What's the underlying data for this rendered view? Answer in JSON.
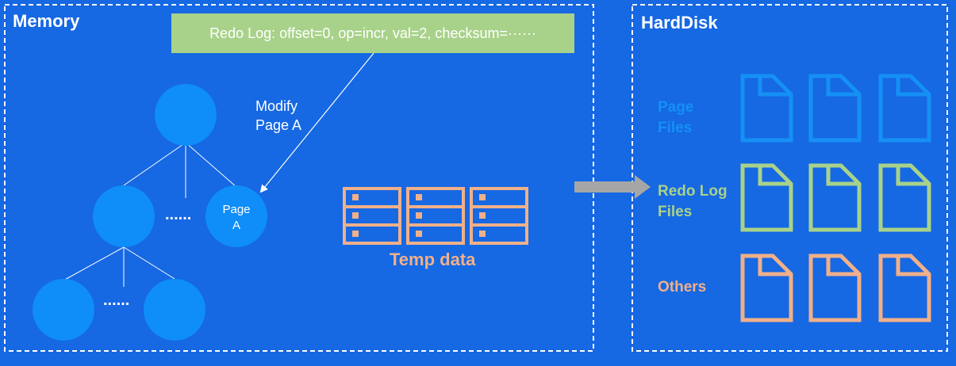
{
  "memory": {
    "title": "Memory",
    "redo_log": "Redo Log: offset=0, op=incr, val=2, checksum=······",
    "modify_line1": "Modify",
    "modify_line2": "Page A",
    "page_a_line1": "Page",
    "page_a_line2": "A",
    "ellipsis": "......",
    "temp_data": "Temp data"
  },
  "harddisk": {
    "title": "HardDisk",
    "groups": [
      {
        "line1": "Page",
        "line2": "Files",
        "color": "#1590f5"
      },
      {
        "line1": "Redo Log",
        "line2": "Files",
        "color": "#a8d28a"
      },
      {
        "line1": "Others",
        "line2": "",
        "color": "#f0b089"
      }
    ]
  },
  "colors": {
    "background": "#1668e3",
    "node": "#0f8df8",
    "banner": "#a8d28a",
    "temp": "#f0b089",
    "arrow": "#a6a6a6"
  }
}
